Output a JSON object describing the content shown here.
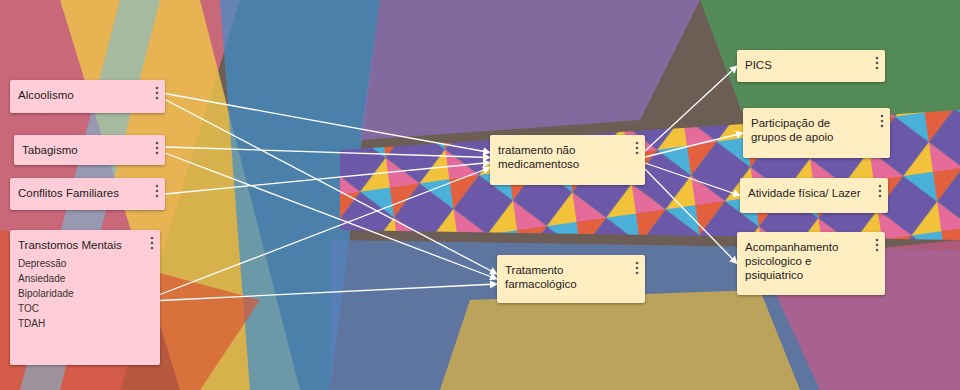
{
  "diagram": {
    "nodes": [
      {
        "text": [
          "Alcoolismo"
        ]
      },
      {
        "text": [
          "Tabagismo"
        ]
      },
      {
        "text": [
          "Conflitos Familiares"
        ]
      },
      {
        "text": [
          "Transtomos Mentais",
          "Depressão",
          "Ansiedade",
          "Bipolaridade",
          "TOC",
          "TDAH"
        ]
      },
      {
        "text": [
          "tratamento não medicamentoso"
        ]
      },
      {
        "text": [
          "Tratamento farmacológico"
        ]
      },
      {
        "text": [
          "PICS"
        ]
      },
      {
        "text": [
          "Participação de grupos de apoio"
        ]
      },
      {
        "text": [
          "Atividade física/ Lazer"
        ]
      },
      {
        "text": [
          "Acompanhamento psicologico e psiquiatrico"
        ]
      }
    ],
    "edges": [
      {
        "from": 0,
        "to": 4,
        "arrow": "to"
      },
      {
        "from": 0,
        "to": 5,
        "arrow": "to"
      },
      {
        "from": 1,
        "to": 4,
        "arrow": "to"
      },
      {
        "from": 1,
        "to": 5,
        "arrow": "to"
      },
      {
        "from": 2,
        "to": 4,
        "arrow": "to"
      },
      {
        "from": 3,
        "to": 4,
        "arrow": "to"
      },
      {
        "from": 3,
        "to": 5,
        "arrow": "to"
      },
      {
        "from": 4,
        "to": 6,
        "arrow": "to"
      },
      {
        "from": 4,
        "to": 7,
        "arrow": "to"
      },
      {
        "from": 4,
        "to": 8,
        "arrow": "to"
      },
      {
        "from": 4,
        "to": 9,
        "arrow": "to"
      }
    ]
  }
}
